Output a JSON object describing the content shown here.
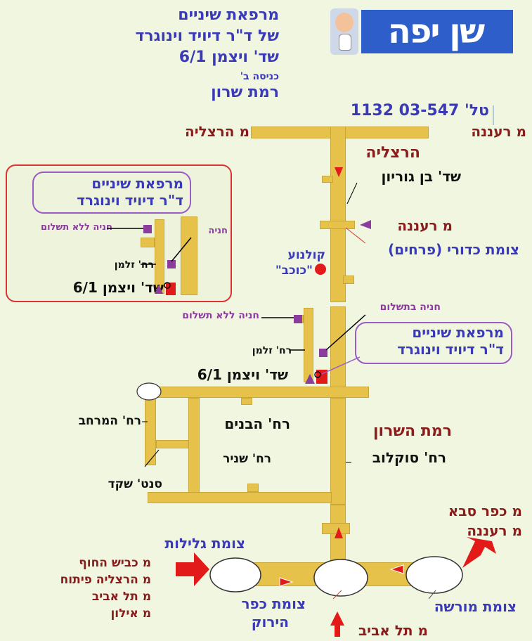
{
  "header": {
    "line1": "מרפאת  שיניים",
    "line2": "של  ד\"ר  דיויד  וינוגרד",
    "line3": "שד'  ויצמן  6/1",
    "line4": "כניסה  ב'",
    "line5": "רמת  שרון",
    "phone": "טל'  03-547  1132",
    "logo_text": "שן  יפה"
  },
  "colors": {
    "road": "#e6c24a",
    "background": "#f0f6e0",
    "accent_blue": "#3a3ab8",
    "accent_maroon": "#8a1c1c",
    "purple": "#8b3c9c",
    "red": "#e21a1a"
  },
  "inset": {
    "clinic_line1": "מרפאת  שיניים",
    "clinic_line2": "ד\"ר  דיויד  וינוגרד",
    "free_parking": "חניה ללא תשלום",
    "parking": "חניה",
    "zalman": "רח' זלמן",
    "weizmann": "שד'  ויצמן 6/1"
  },
  "labels": {
    "from_herzliya": "מ  הרצליה",
    "from_raanana_top": "מ  רעננה",
    "herzliya": "הרצליה",
    "ben_gurion": "שד'  בן  גוריון",
    "from_raanana_mid": "מ  רעננה",
    "kaduri_junction": "צומת  כדורי  (פרחים)",
    "cinema": "קולנוע",
    "kochav": "\"כוכב\"",
    "paid_parking": "חניה בתשלום",
    "free_parking": "חניה ללא תשלום",
    "zalman": "רח' זלמן",
    "clinic_line1": "מרפאת  שיניים",
    "clinic_line2": "ד\"ר  דיויד  וינוגרד",
    "weizmann": "שד'  ויצמן  6/1",
    "merchav": "רח'  המרחב",
    "habanim": "רח'  הבנים",
    "ramat_hasharon": "רמת  השרון",
    "shenir": "רח'  שניר",
    "sokolov": "רח'  סוקלוב",
    "shaked": "סנט' שקד",
    "from_kfar_saba": "מ  כפר  סבא",
    "from_raanana_bottom": "מ  רעננה",
    "glilot_junction": "צומת  גלילות",
    "from_coastal": "מ  כביש  החוף",
    "from_herzliya_pituach": "מ  הרצליה  פיתוח",
    "from_tel_aviv_left": "מ  תל  אביב",
    "from_ilan": "מ  אילון",
    "kfar_hayarok_1": "צומת  כפר",
    "kfar_hayarok_2": "הירוק",
    "morasha_junction": "צומת  מורשה",
    "from_tel_aviv_bottom": "מ  תל  אביב"
  }
}
